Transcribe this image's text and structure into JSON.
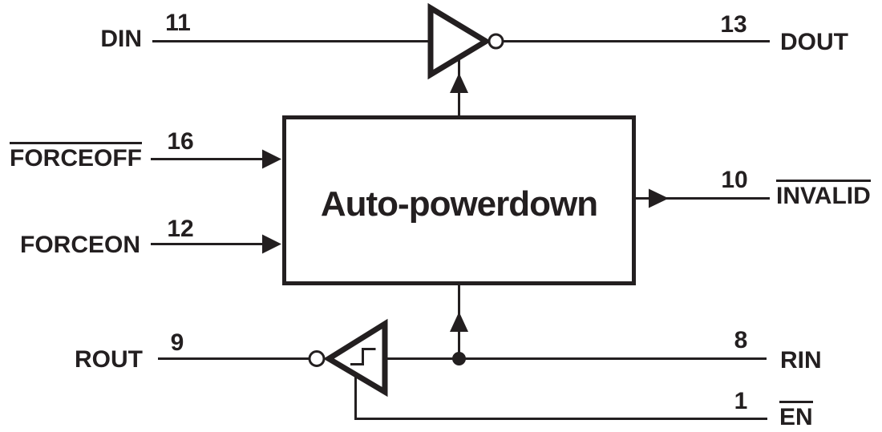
{
  "diagram": {
    "box_label": "Auto-powerdown",
    "colors": {
      "ink": "#231f20",
      "background": "#ffffff"
    },
    "pins": {
      "din": {
        "label": "DIN",
        "number": "11"
      },
      "dout": {
        "label": "DOUT",
        "number": "13"
      },
      "forceoff": {
        "label": "FORCEOFF",
        "number": "16"
      },
      "forceon": {
        "label": "FORCEON",
        "number": "12"
      },
      "invalid": {
        "label": "INVALID",
        "number": "10"
      },
      "rout": {
        "label": "ROUT",
        "number": "9"
      },
      "rin": {
        "label": "RIN",
        "number": "8"
      },
      "en": {
        "label": "EN",
        "number": "1"
      }
    }
  }
}
